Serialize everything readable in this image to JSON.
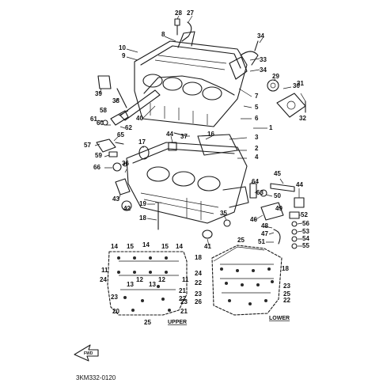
{
  "diagram": {
    "code": "3KM332-0120",
    "views": {
      "upper": "UPPER",
      "lower": "LOWER"
    },
    "front_arrow": "FWD",
    "callouts": [
      {
        "id": "c28",
        "text": "28"
      },
      {
        "id": "c27",
        "text": "27"
      },
      {
        "id": "c8",
        "text": "8"
      },
      {
        "id": "c34a",
        "text": "34"
      },
      {
        "id": "c10",
        "text": "10"
      },
      {
        "id": "c9",
        "text": "9"
      },
      {
        "id": "c33",
        "text": "33"
      },
      {
        "id": "c34b",
        "text": "34"
      },
      {
        "id": "c29",
        "text": "29"
      },
      {
        "id": "c30",
        "text": "30"
      },
      {
        "id": "c31",
        "text": "31"
      },
      {
        "id": "c39",
        "text": "39"
      },
      {
        "id": "c38",
        "text": "38"
      },
      {
        "id": "c7",
        "text": "7"
      },
      {
        "id": "c5",
        "text": "5"
      },
      {
        "id": "c32",
        "text": "32"
      },
      {
        "id": "c6",
        "text": "6"
      },
      {
        "id": "c40",
        "text": "40"
      },
      {
        "id": "c58",
        "text": "58"
      },
      {
        "id": "c61",
        "text": "61"
      },
      {
        "id": "c60",
        "text": "60"
      },
      {
        "id": "c62",
        "text": "62"
      },
      {
        "id": "c1",
        "text": "1"
      },
      {
        "id": "c65",
        "text": "65"
      },
      {
        "id": "c44a",
        "text": "44"
      },
      {
        "id": "c37",
        "text": "37"
      },
      {
        "id": "c16",
        "text": "16"
      },
      {
        "id": "c57",
        "text": "57"
      },
      {
        "id": "c17",
        "text": "17"
      },
      {
        "id": "c3",
        "text": "3"
      },
      {
        "id": "c59",
        "text": "59"
      },
      {
        "id": "c2",
        "text": "2"
      },
      {
        "id": "c4",
        "text": "4"
      },
      {
        "id": "c66",
        "text": "66"
      },
      {
        "id": "c36",
        "text": "36"
      },
      {
        "id": "c45",
        "text": "45"
      },
      {
        "id": "c64",
        "text": "64"
      },
      {
        "id": "c63",
        "text": "63"
      },
      {
        "id": "c50",
        "text": "50"
      },
      {
        "id": "c44b",
        "text": "44"
      },
      {
        "id": "c43",
        "text": "43"
      },
      {
        "id": "c42",
        "text": "42"
      },
      {
        "id": "c19",
        "text": "19"
      },
      {
        "id": "c49",
        "text": "49"
      },
      {
        "id": "c52",
        "text": "52"
      },
      {
        "id": "c18a",
        "text": "18"
      },
      {
        "id": "c35",
        "text": "35"
      },
      {
        "id": "c46",
        "text": "46"
      },
      {
        "id": "c48",
        "text": "48"
      },
      {
        "id": "c56",
        "text": "56"
      },
      {
        "id": "c53",
        "text": "53"
      },
      {
        "id": "c47",
        "text": "47"
      },
      {
        "id": "c54",
        "text": "54"
      },
      {
        "id": "c41",
        "text": "41"
      },
      {
        "id": "c51",
        "text": "51"
      },
      {
        "id": "c55",
        "text": "55"
      },
      {
        "id": "c14a",
        "text": "14"
      },
      {
        "id": "c15a",
        "text": "15"
      },
      {
        "id": "c14b",
        "text": "14"
      },
      {
        "id": "c15b",
        "text": "15"
      },
      {
        "id": "c14c",
        "text": "14"
      },
      {
        "id": "c11a",
        "text": "11"
      },
      {
        "id": "c12a",
        "text": "12"
      },
      {
        "id": "c12b",
        "text": "12"
      },
      {
        "id": "c11b",
        "text": "11"
      },
      {
        "id": "c24a",
        "text": "24"
      },
      {
        "id": "c13a",
        "text": "13"
      },
      {
        "id": "c13b",
        "text": "13"
      },
      {
        "id": "c23a",
        "text": "23"
      },
      {
        "id": "c21a",
        "text": "21"
      },
      {
        "id": "c22a",
        "text": "22"
      },
      {
        "id": "c23b",
        "text": "23"
      },
      {
        "id": "c20",
        "text": "20"
      },
      {
        "id": "c21b",
        "text": "21"
      },
      {
        "id": "c25a",
        "text": "25"
      },
      {
        "id": "c25b",
        "text": "25"
      },
      {
        "id": "c18b",
        "text": "18"
      },
      {
        "id": "c18c",
        "text": "18"
      },
      {
        "id": "c24b",
        "text": "24"
      },
      {
        "id": "c22b",
        "text": "22"
      },
      {
        "id": "c23c",
        "text": "23"
      },
      {
        "id": "c26",
        "text": "26"
      },
      {
        "id": "c23d",
        "text": "23"
      },
      {
        "id": "c25c",
        "text": "25"
      },
      {
        "id": "c22c",
        "text": "22"
      }
    ]
  }
}
